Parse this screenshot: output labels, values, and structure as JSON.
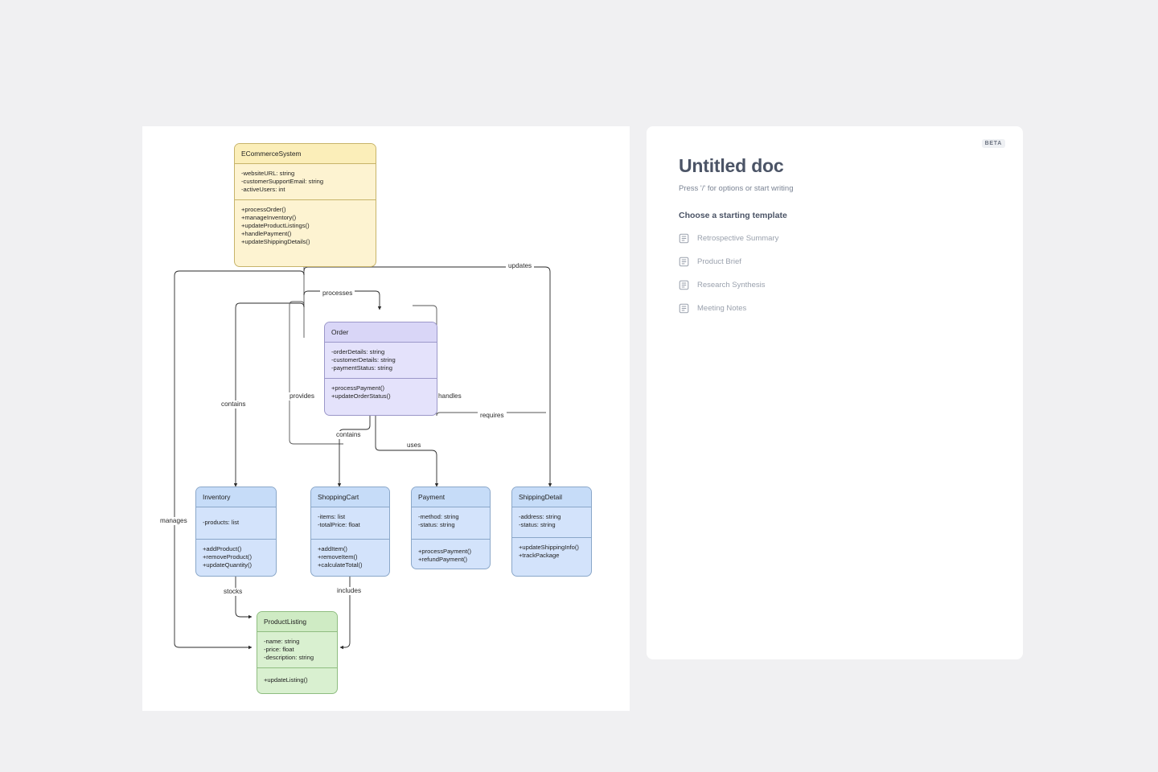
{
  "canvas": {
    "name": "uml-class-diagram-canvas",
    "classes": [
      {
        "id": "ecommercesystem",
        "name": "ECommerceSystem",
        "color": "#fdf3d1",
        "attributes": [
          "-websiteURL: string",
          "-customerSupportEmail: string",
          "-activeUsers: int"
        ],
        "operations": [
          "+processOrder()",
          "+manageInventory()",
          "+updateProductListings()",
          "+handlePayment()",
          "+updateShippingDetails()"
        ]
      },
      {
        "id": "order",
        "name": "Order",
        "color": "#e4e2fb",
        "attributes": [
          "-orderDetails: string",
          "-customerDetails: string",
          "-paymentStatus: string"
        ],
        "operations": [
          "+processPayment()",
          "+updateOrderStatus()"
        ]
      },
      {
        "id": "inventory",
        "name": "Inventory",
        "color": "#d3e3fb",
        "attributes": [
          "-products: list"
        ],
        "operations": [
          "+addProduct()",
          "+removeProduct()",
          "+updateQuantity()"
        ]
      },
      {
        "id": "shoppingcart",
        "name": "ShoppingCart",
        "color": "#d3e3fb",
        "attributes": [
          "-items: list",
          "-totalPrice: float"
        ],
        "operations": [
          "+addItem()",
          "+removeItem()",
          "+calculateTotal()"
        ]
      },
      {
        "id": "payment",
        "name": "Payment",
        "color": "#d3e3fb",
        "attributes": [
          "-method: string",
          "-status: string"
        ],
        "operations": [
          "+processPayment()",
          "+refundPayment()"
        ]
      },
      {
        "id": "shippingdetail",
        "name": "ShippingDetail",
        "color": "#d3e3fb",
        "attributes": [
          "-address: string",
          "-status: string"
        ],
        "operations": [
          "+updateShippingInfo()",
          "+trackPackage"
        ]
      },
      {
        "id": "productlisting",
        "name": "ProductListing",
        "color": "#d9f0d0",
        "attributes": [
          "-name: string",
          "-price: float",
          "-description: string"
        ],
        "operations": [
          "+updateListing()"
        ]
      }
    ],
    "edges": [
      {
        "label": "processes",
        "from": "ECommerceSystem",
        "to": "Order"
      },
      {
        "label": "updates",
        "from": "ECommerceSystem",
        "to": "ShippingDetail"
      },
      {
        "label": "contains",
        "from": "ECommerceSystem",
        "to": "Inventory"
      },
      {
        "label": "provides",
        "from": "ECommerceSystem",
        "to": "ProductListing"
      },
      {
        "label": "manages",
        "from": "ECommerceSystem",
        "to": "ProductListing"
      },
      {
        "label": "handles",
        "from": "Order",
        "to": "Payment"
      },
      {
        "label": "requires",
        "from": "Order",
        "to": "ShippingDetail"
      },
      {
        "label": "contains",
        "from": "Order",
        "to": "ShoppingCart"
      },
      {
        "label": "uses",
        "from": "Order",
        "to": "Payment"
      },
      {
        "label": "stocks",
        "from": "Inventory",
        "to": "ProductListing"
      },
      {
        "label": "includes",
        "from": "ShoppingCart",
        "to": "ProductListing"
      }
    ]
  },
  "doc": {
    "badge": "BETA",
    "title": "Untitled doc",
    "hint": "Press '/' for options or start writing",
    "templates_heading": "Choose a starting template",
    "templates": [
      {
        "label": "Retrospective Summary",
        "icon": "document-icon"
      },
      {
        "label": "Product Brief",
        "icon": "document-icon"
      },
      {
        "label": "Research Synthesis",
        "icon": "document-icon"
      },
      {
        "label": "Meeting Notes",
        "icon": "document-icon"
      }
    ]
  }
}
